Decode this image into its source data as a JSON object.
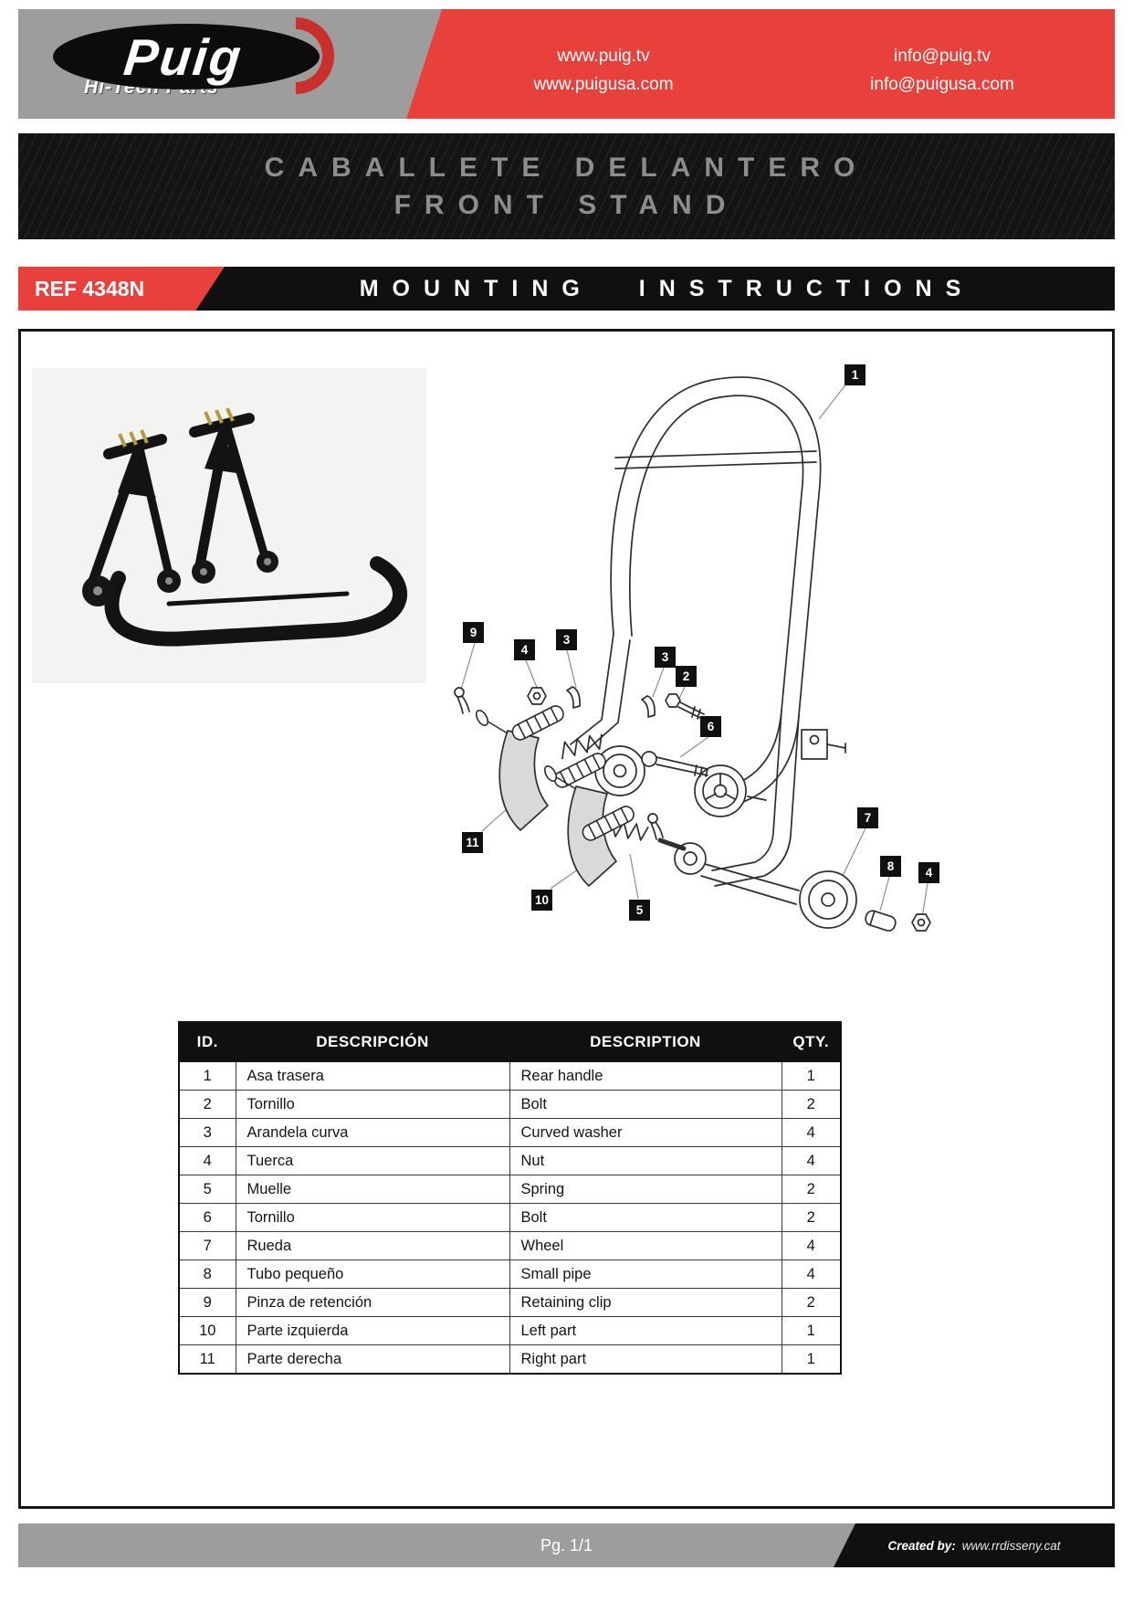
{
  "colors": {
    "red": "#e8413b",
    "header_gray": "#9d9d9d",
    "banner_black": "#141414",
    "banner_text_gray": "#8d8d8d",
    "table_header_black": "#101010"
  },
  "header": {
    "brand": "Puig",
    "tagline": "Hi-Tech Parts",
    "website_1": "www.puig.tv",
    "website_2": "www.puigusa.com",
    "email_1": "info@puig.tv",
    "email_2": "info@puigusa.com"
  },
  "banner": {
    "line1": "CABALLETE DELANTERO",
    "line2": "FRONT STAND"
  },
  "ref_bar": {
    "ref": "REF 4348N",
    "title": "MOUNTING INSTRUCTIONS"
  },
  "diagram": {
    "labels": [
      {
        "text": "1"
      },
      {
        "text": "9"
      },
      {
        "text": "4"
      },
      {
        "text": "3"
      },
      {
        "text": "3"
      },
      {
        "text": "2"
      },
      {
        "text": "6"
      },
      {
        "text": "7"
      },
      {
        "text": "8"
      },
      {
        "text": "4"
      },
      {
        "text": "11"
      },
      {
        "text": "10"
      },
      {
        "text": "5"
      }
    ]
  },
  "parts_table": {
    "headers": {
      "id": "ID.",
      "desc_es": "DESCRIPCIÓN",
      "desc_en": "DESCRIPTION",
      "qty": "QTY."
    },
    "rows": [
      {
        "id": "1",
        "es": "Asa trasera",
        "en": "Rear handle",
        "qty": "1"
      },
      {
        "id": "2",
        "es": "Tornillo",
        "en": "Bolt",
        "qty": "2"
      },
      {
        "id": "3",
        "es": "Arandela curva",
        "en": "Curved washer",
        "qty": "4"
      },
      {
        "id": "4",
        "es": "Tuerca",
        "en": "Nut",
        "qty": "4"
      },
      {
        "id": "5",
        "es": "Muelle",
        "en": "Spring",
        "qty": "2"
      },
      {
        "id": "6",
        "es": "Tornillo",
        "en": "Bolt",
        "qty": "2"
      },
      {
        "id": "7",
        "es": "Rueda",
        "en": "Wheel",
        "qty": "4"
      },
      {
        "id": "8",
        "es": "Tubo pequeño",
        "en": "Small pipe",
        "qty": "4"
      },
      {
        "id": "9",
        "es": "Pinza de retención",
        "en": "Retaining clip",
        "qty": "2"
      },
      {
        "id": "10",
        "es": "Parte izquierda",
        "en": "Left part",
        "qty": "1"
      },
      {
        "id": "11",
        "es": "Parte derecha",
        "en": "Right part",
        "qty": "1"
      }
    ]
  },
  "footer": {
    "page": "Pg. 1/1",
    "created_label": "Created by:",
    "created_url": "www.rrdisseny.cat"
  }
}
